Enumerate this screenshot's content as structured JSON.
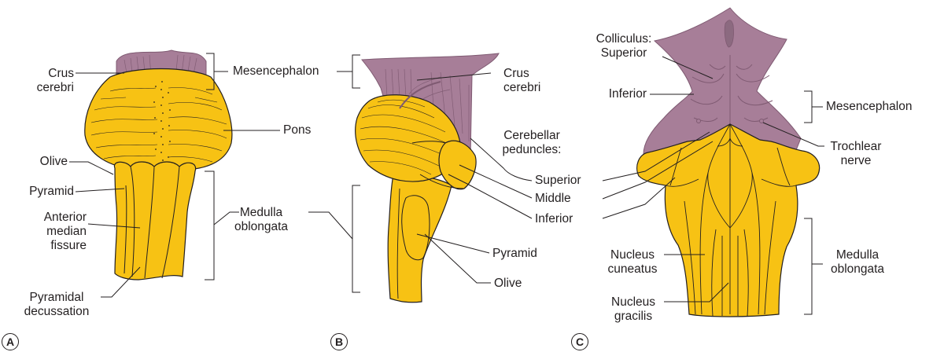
{
  "colors": {
    "midbrain": "#a77e98",
    "midbrain_stroke": "#7f5a72",
    "hindbrain": "#f7c214",
    "hindbrain_stroke": "#231f20",
    "ink": "#231f20"
  },
  "panel_a": {
    "letter": "A",
    "crus_cerebri": "Crus\ncerebri",
    "mesencephalon": "Mesencephalon",
    "pons": "Pons",
    "olive": "Olive",
    "pyramid": "Pyramid",
    "anterior_median_fissure": "Anterior\nmedian\nfissure",
    "medulla_oblongata": "Medulla\noblongata",
    "pyramidal_decussation": "Pyramidal\ndecussation"
  },
  "panel_b": {
    "letter": "B",
    "crus_cerebri": "Crus\ncerebri",
    "cerebellar_peduncles": "Cerebellar\npeduncles:",
    "superior": "Superior",
    "middle": "Middle",
    "inferior": "Inferior",
    "pyramid": "Pyramid",
    "olive": "Olive"
  },
  "panel_c": {
    "letter": "C",
    "colliculus": "Colliculus:\nSuperior",
    "inferior": "Inferior",
    "mesencephalon": "Mesencephalon",
    "trochlear_nerve": "Trochlear\nnerve",
    "nucleus_cuneatus": "Nucleus\ncuneatus",
    "medulla_oblongata": "Medulla\noblongata",
    "nucleus_gracilis": "Nucleus\ngracilis"
  }
}
